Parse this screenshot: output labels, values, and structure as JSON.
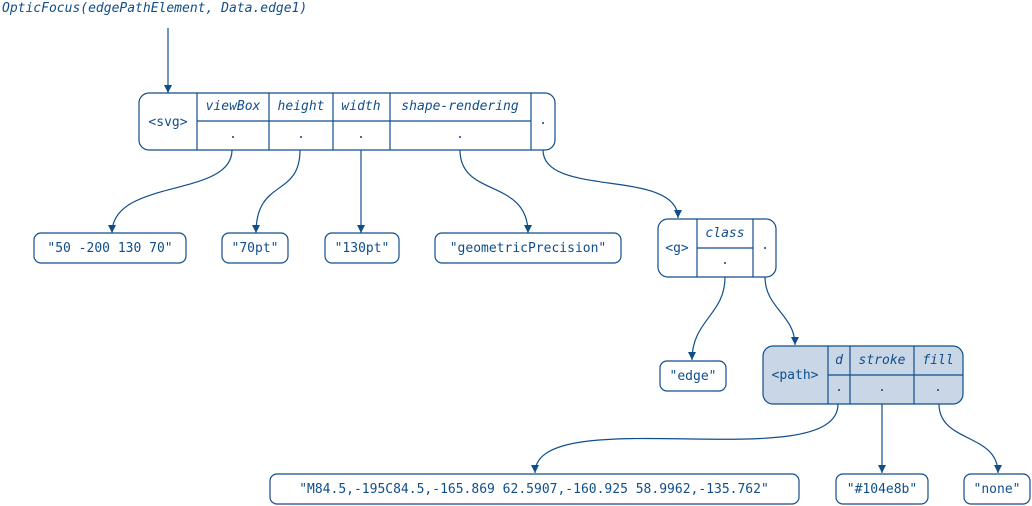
{
  "caption": "OpticFocus(edgePathElement, Data.edge1)",
  "dot": ".",
  "svg_node": {
    "tag": "<svg>",
    "attrs": [
      "viewBox",
      "height",
      "width",
      "shape-rendering"
    ]
  },
  "g_node": {
    "tag": "<g>",
    "attrs": [
      "class"
    ]
  },
  "path_node": {
    "tag": "<path>",
    "attrs": [
      "d",
      "stroke",
      "fill"
    ]
  },
  "values": {
    "viewbox": "\"50 -200 130 70\"",
    "height": "\"70pt\"",
    "width": "\"130pt\"",
    "shape_rendering": "\"geometricPrecision\"",
    "class": "\"edge\"",
    "d": "\"M84.5,-195C84.5,-165.869 62.5907,-160.925 58.9962,-135.762\"",
    "stroke": "\"#104e8b\"",
    "fill": "\"none\""
  },
  "colors": {
    "ink": "#104e8b",
    "highlight": "#c9d6e5"
  }
}
